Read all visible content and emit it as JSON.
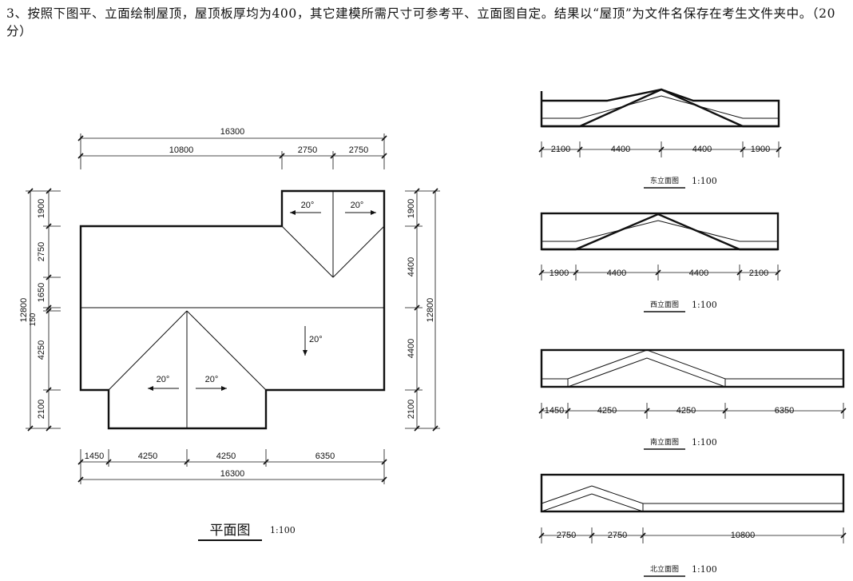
{
  "question": "3、按照下图平、立面绘制屋顶，屋顶板厚均为400，其它建模所需尺寸可参考平、立面图自定。结果以“屋顶”为文件名保存在考生文件夹中。（20分）",
  "plan": {
    "title": "平面图",
    "scale": "1:100",
    "top_total": "16300",
    "top_dims": [
      "10800",
      "2750",
      "2750"
    ],
    "bottom_dims": [
      "1450",
      "4250",
      "4250",
      "6350"
    ],
    "bottom_total": "16300",
    "left_total": "12800",
    "left_dims": [
      "1900",
      "2750",
      "1650",
      "150",
      "4250",
      "2100"
    ],
    "right_dims": [
      "1900",
      "4400",
      "4400",
      "2100"
    ],
    "right_total": "12800",
    "slopes": [
      "20°",
      "20°",
      "20°",
      "20°",
      "20°"
    ]
  },
  "elevations": [
    {
      "title": "东立面图",
      "scale": "1:100",
      "dims": [
        "2100",
        "4400",
        "4400",
        "1900"
      ]
    },
    {
      "title": "西立面图",
      "scale": "1:100",
      "dims": [
        "1900",
        "4400",
        "4400",
        "2100"
      ]
    },
    {
      "title": "南立面图",
      "scale": "1:100",
      "dims": [
        "1450",
        "4250",
        "4250",
        "6350"
      ]
    },
    {
      "title": "北立面图",
      "scale": "1:100",
      "dims": [
        "2750",
        "2750",
        "10800"
      ]
    }
  ]
}
